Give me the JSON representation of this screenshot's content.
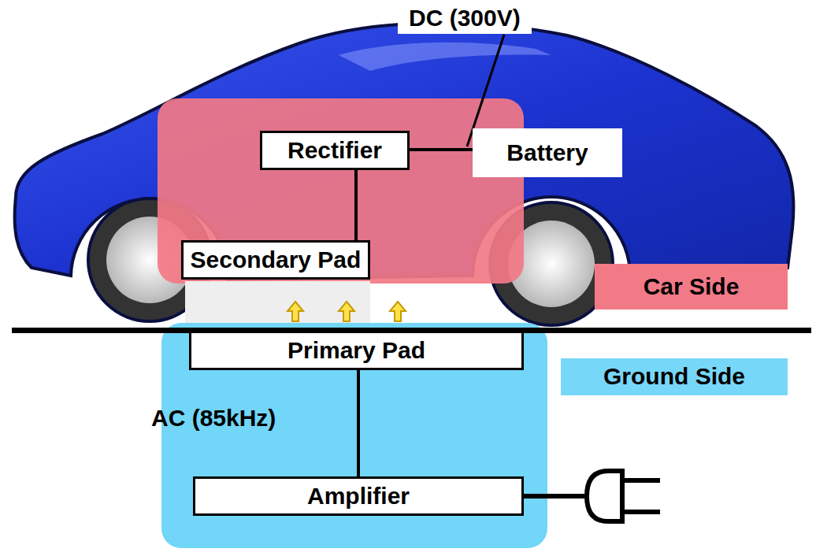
{
  "diagram": {
    "nodes": [
      {
        "text": [
          "Rectifier"
        ]
      },
      {
        "text": [
          "Battery"
        ]
      },
      {
        "text": [
          "Secondary Pad"
        ]
      },
      {
        "text": [
          "Car Side"
        ]
      },
      {
        "text": [
          "Primary Pad"
        ]
      },
      {
        "text": [
          "Ground Side"
        ]
      },
      {
        "text": [
          "Amplifier"
        ]
      }
    ],
    "edges": [
      {
        "from": 0,
        "to": 1,
        "arrow": "none"
      },
      {
        "from": 0,
        "to": 2,
        "arrow": "none"
      },
      {
        "from": 4,
        "to": 6,
        "arrow": "none"
      }
    ],
    "labels": [
      "DC (300V)",
      "AC (85kHz)"
    ]
  }
}
